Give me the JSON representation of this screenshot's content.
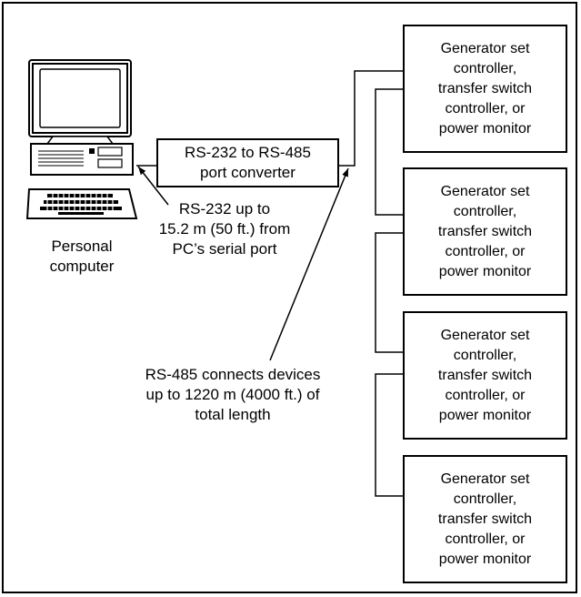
{
  "converter": {
    "text": "RS-232 to RS-485\nport converter"
  },
  "pc_label": "Personal\ncomputer",
  "rs232_label": "RS-232 up to\n15.2 m (50 ft.) from\nPC’s serial port",
  "rs485_label": "RS-485 connects devices\nup to 1220 m (4000 ft.) of\ntotal length",
  "devices": [
    {
      "text": "Generator set\ncontroller,\ntransfer switch\ncontroller, or\npower monitor"
    },
    {
      "text": "Generator set\ncontroller,\ntransfer switch\ncontroller, or\npower monitor"
    },
    {
      "text": "Generator set\ncontroller,\ntransfer switch\ncontroller, or\npower monitor"
    },
    {
      "text": "Generator set\ncontroller,\ntransfer switch\ncontroller, or\npower monitor"
    }
  ],
  "colors": {
    "line": "#000000",
    "background": "#ffffff"
  }
}
